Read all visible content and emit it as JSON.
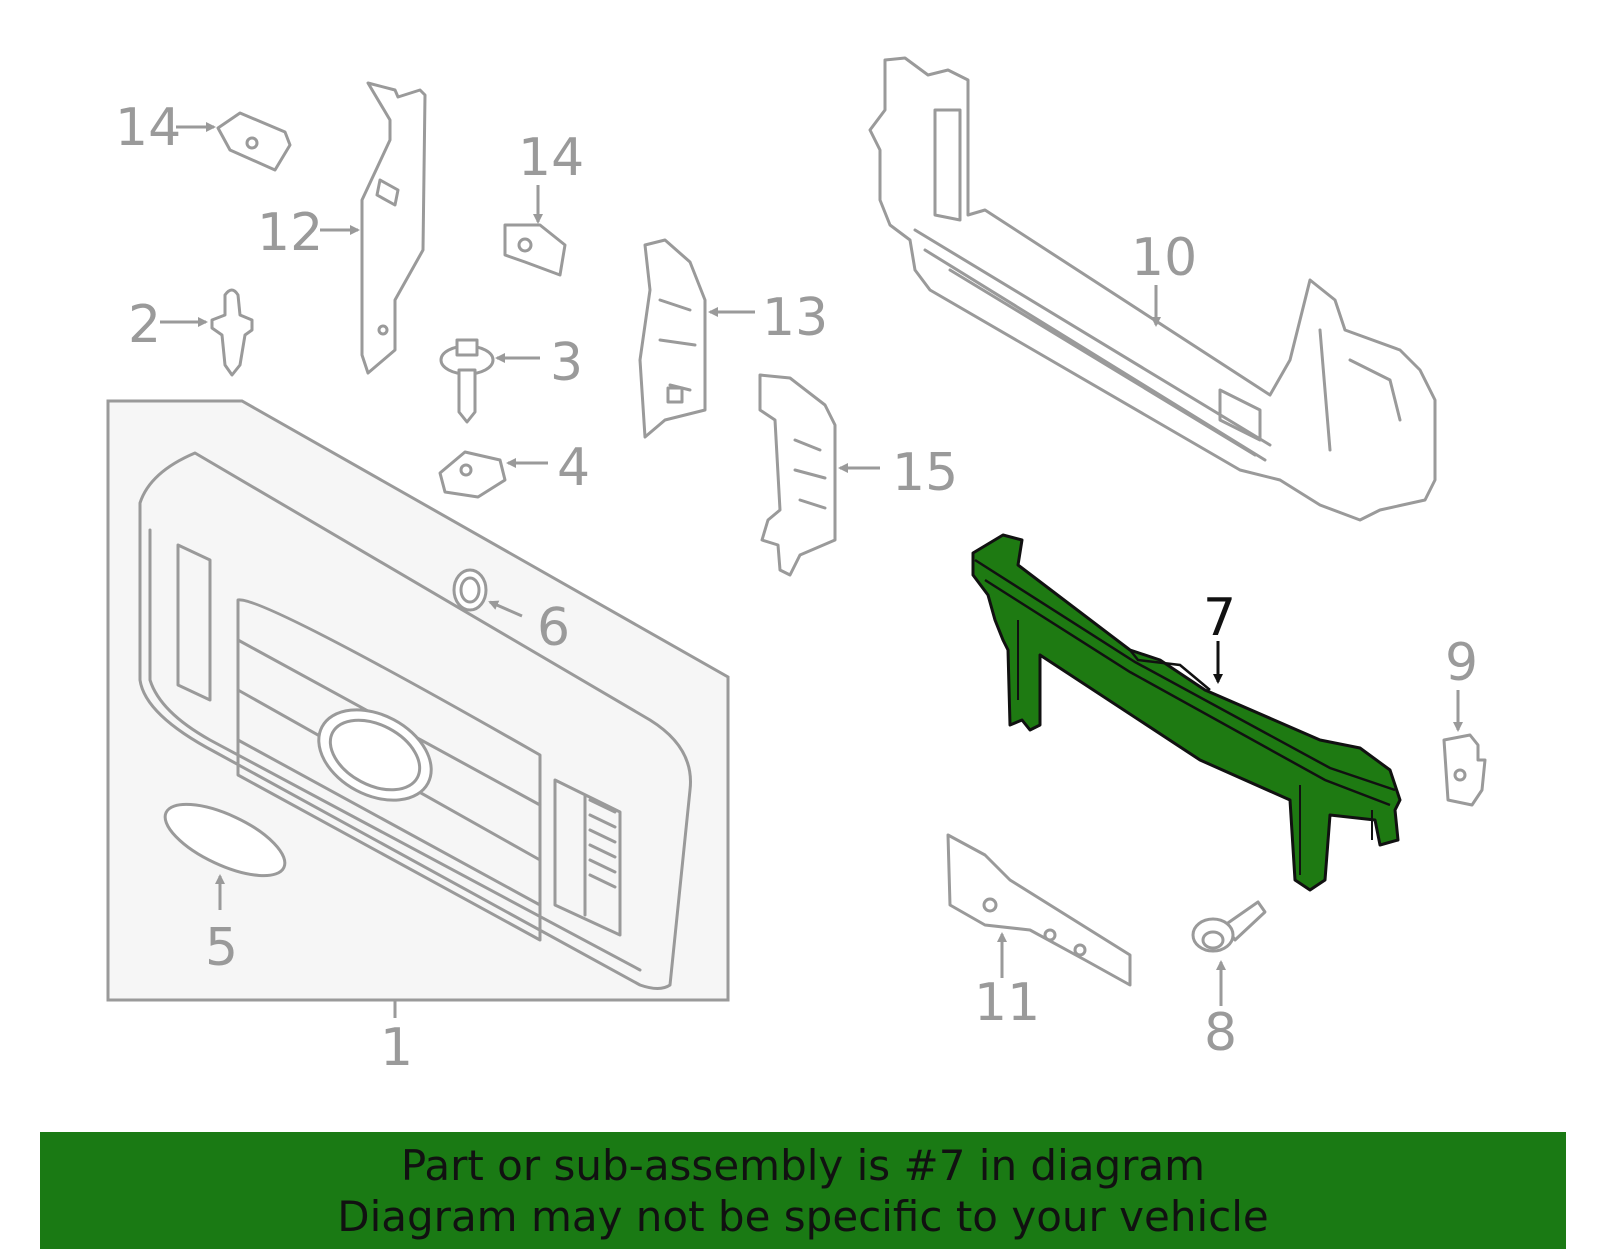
{
  "diagram": {
    "callouts": [
      "14",
      "12",
      "14",
      "2",
      "3",
      "13",
      "4",
      "15",
      "6",
      "10",
      "7",
      "9",
      "5",
      "11",
      "8",
      "1"
    ],
    "highlighted_part": "7"
  },
  "banner": {
    "line1": "Part or sub-assembly is #7 in diagram",
    "line2": "Diagram may not be specific to your vehicle",
    "color": "#1a7a14"
  },
  "colors": {
    "part_line": "#9a9a9a",
    "highlight_fill": "#1e7a12",
    "group_box_fill": "#f6f6f6"
  }
}
